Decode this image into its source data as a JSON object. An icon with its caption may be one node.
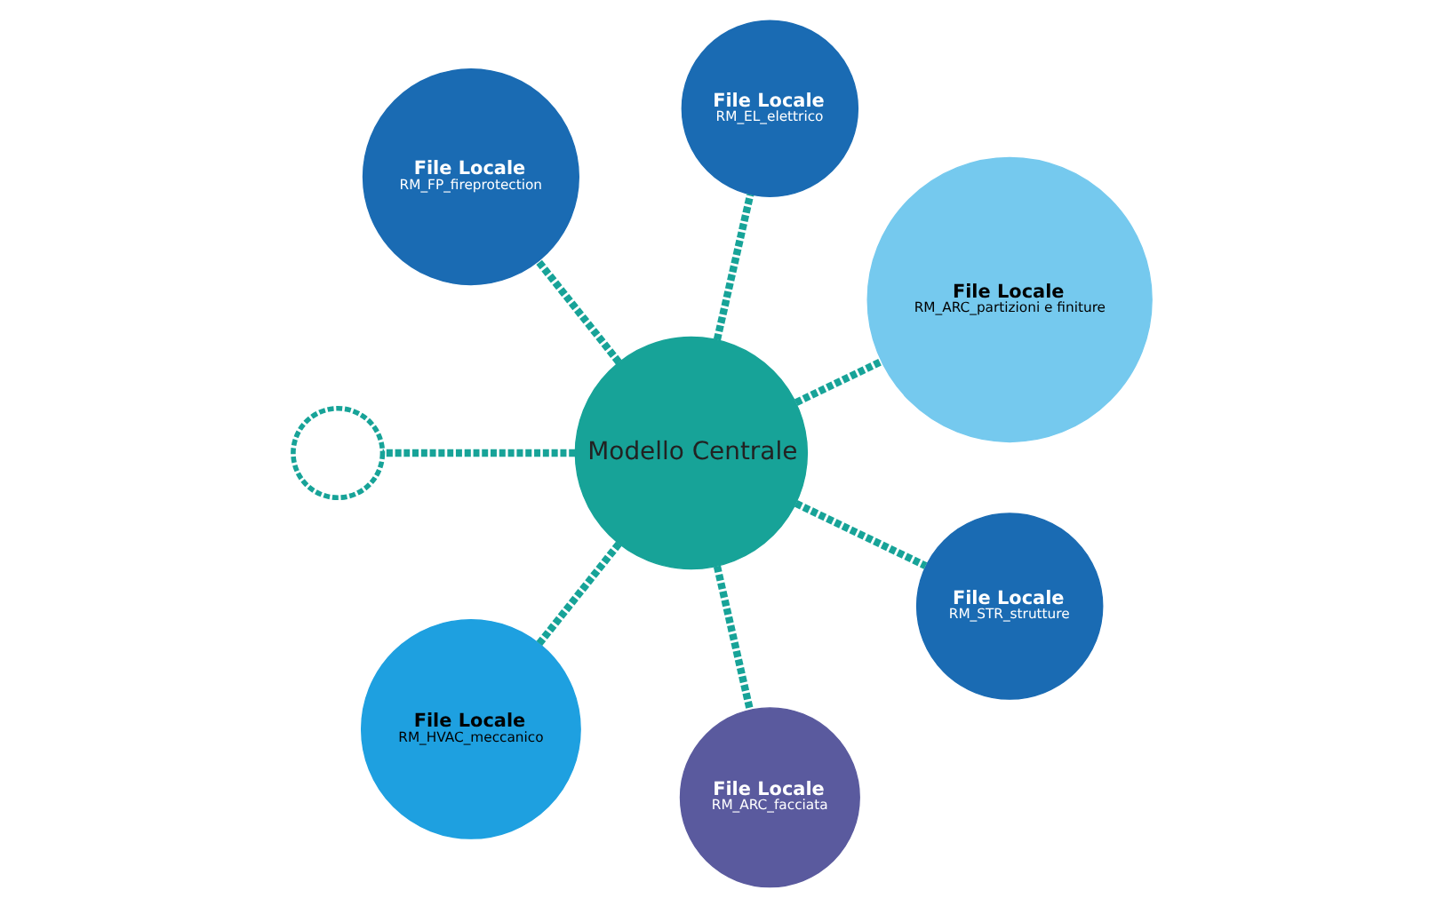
{
  "diagram": {
    "nodes": [
      {
        "text": [
          "Modello Centrale"
        ]
      },
      {
        "text": [
          "File Locale",
          "RM_ARC_partizioni e finiture"
        ]
      },
      {
        "text": [
          "File Locale",
          "RM_EL_elettrico"
        ]
      },
      {
        "text": [
          "File Locale",
          "RM_FP_fireprotection"
        ]
      },
      {
        "text": [],
        "shape": "circle"
      },
      {
        "text": [
          "File Locale",
          "RM_HVAC_meccanico"
        ]
      },
      {
        "text": [
          "File Locale",
          "RM_ARC_facciata"
        ]
      },
      {
        "text": [
          "File Locale",
          "RM_STR_strutture"
        ]
      }
    ],
    "edges": [
      {
        "from": 0,
        "to": 1,
        "arrow": "none",
        "style": "dashed"
      },
      {
        "from": 0,
        "to": 2,
        "arrow": "none",
        "style": "dashed"
      },
      {
        "from": 0,
        "to": 4,
        "arrow": "none",
        "style": "dashed"
      },
      {
        "from": 0,
        "to": 6,
        "arrow": "none",
        "style": "dashed"
      },
      {
        "from": 0,
        "to": 7,
        "arrow": "none",
        "style": "dashed"
      },
      {
        "from": 0,
        "to": 5,
        "arrow": "none",
        "style": "dashed"
      },
      {
        "from": 0,
        "to": 3,
        "arrow": "none",
        "style": "dashed"
      }
    ]
  }
}
